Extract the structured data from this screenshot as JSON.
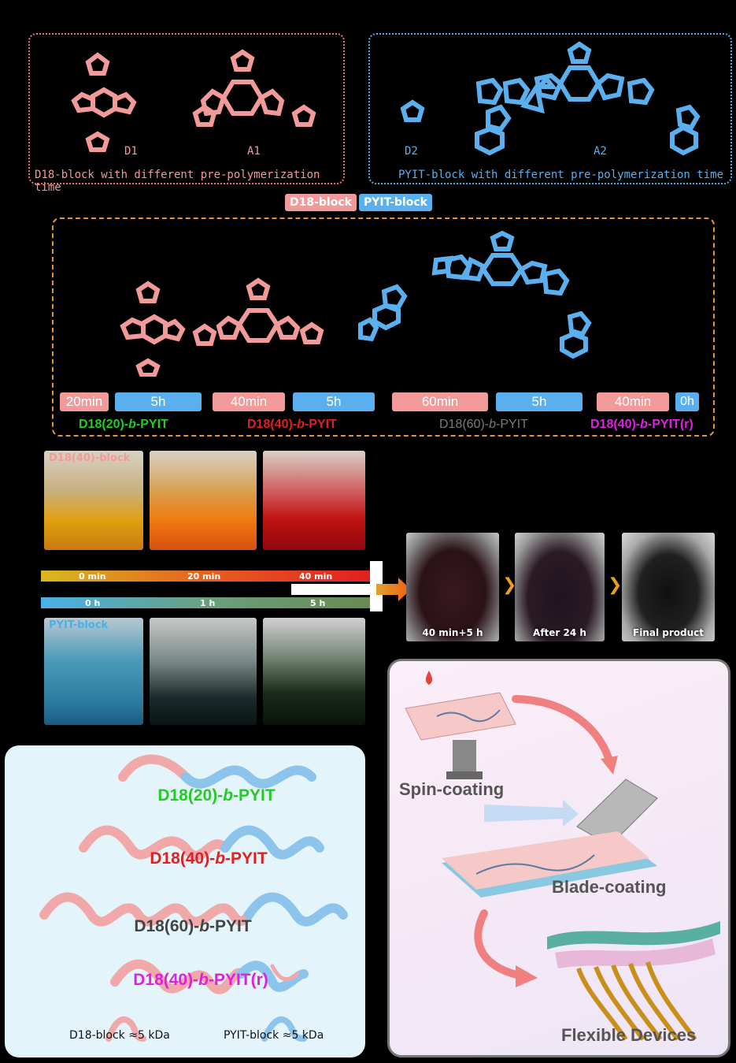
{
  "top_left_box": {
    "d1_label": "D1",
    "a1_label": "A1",
    "caption": "D18-block with different pre-polymerization time"
  },
  "top_right_box": {
    "d2_label": "D2",
    "a2_label": "A2",
    "caption": "PYIT-block with different pre-polymerization time"
  },
  "legend": {
    "d18": "D18-block",
    "pyit": "PYIT-block"
  },
  "timeline": {
    "segments": [
      "20min",
      "5h",
      "40min",
      "5h",
      "60min",
      "5h",
      "40min",
      "0h"
    ],
    "samples": [
      "D18(20)-b-PYIT",
      "D18(40)-b-PYIT",
      "D18(60)-b-PYIT",
      "D18(40)-b-PYIT(r)"
    ]
  },
  "colors": {
    "d18": "#f29a9a",
    "pyit": "#5ab0ee",
    "green": "#22cc22",
    "red": "#e02020",
    "gray": "#7a7a7a",
    "magenta": "#e020e0",
    "orange_border": "#e8923a"
  },
  "photos": {
    "d18_block_label": "D18(40)-block",
    "pyit_block_label": "PYIT-block",
    "d18_bar": [
      "0 min",
      "20 min",
      "40 min"
    ],
    "pyit_bar": [
      "0 h",
      "1 h",
      "5 h"
    ],
    "result_captions": [
      "40 min+5 h",
      "After 24 h",
      "Final product"
    ]
  },
  "chains": {
    "labels": [
      "D18(20)-b-PYIT",
      "D18(40)-b-PYIT",
      "D18(60)-b-PYIT",
      "D18(40)-b-PYIT(r)"
    ],
    "d18_note": "D18-block ≈5 kDa",
    "pyit_note": "PYIT-block ≈5 kDa"
  },
  "processing": {
    "spin": "Spin-coating",
    "blade": "Blade-coating",
    "flex": "Flexible Devices"
  }
}
